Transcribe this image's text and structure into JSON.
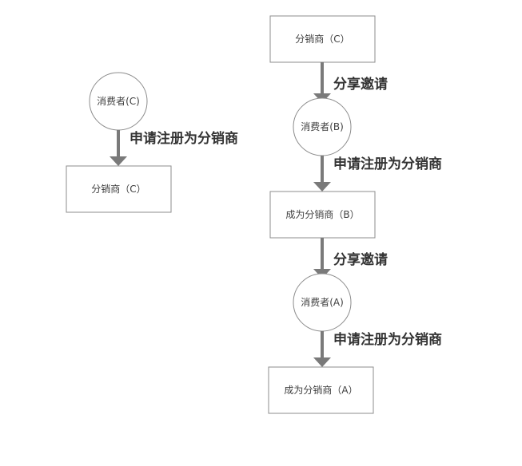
{
  "left_flow": {
    "consumer_c": "消费者(C)",
    "edge_register": "申请注册为分销商",
    "distributor_c": "分销商（C）"
  },
  "right_flow": {
    "distributor_c": "分销商（C）",
    "edge_share_1": "分享邀请",
    "consumer_b": "消费者(B)",
    "edge_register_1": "申请注册为分销商",
    "become_distributor_b": "成为分销商（B）",
    "edge_share_2": "分享邀请",
    "consumer_a": "消费者(A)",
    "edge_register_2": "申请注册为分销商",
    "become_distributor_a": "成为分销商（A）"
  },
  "colors": {
    "border": "#8c8c8c",
    "arrow": "#7a7a7a",
    "node_text": "#404040",
    "label_text": "#333333"
  }
}
